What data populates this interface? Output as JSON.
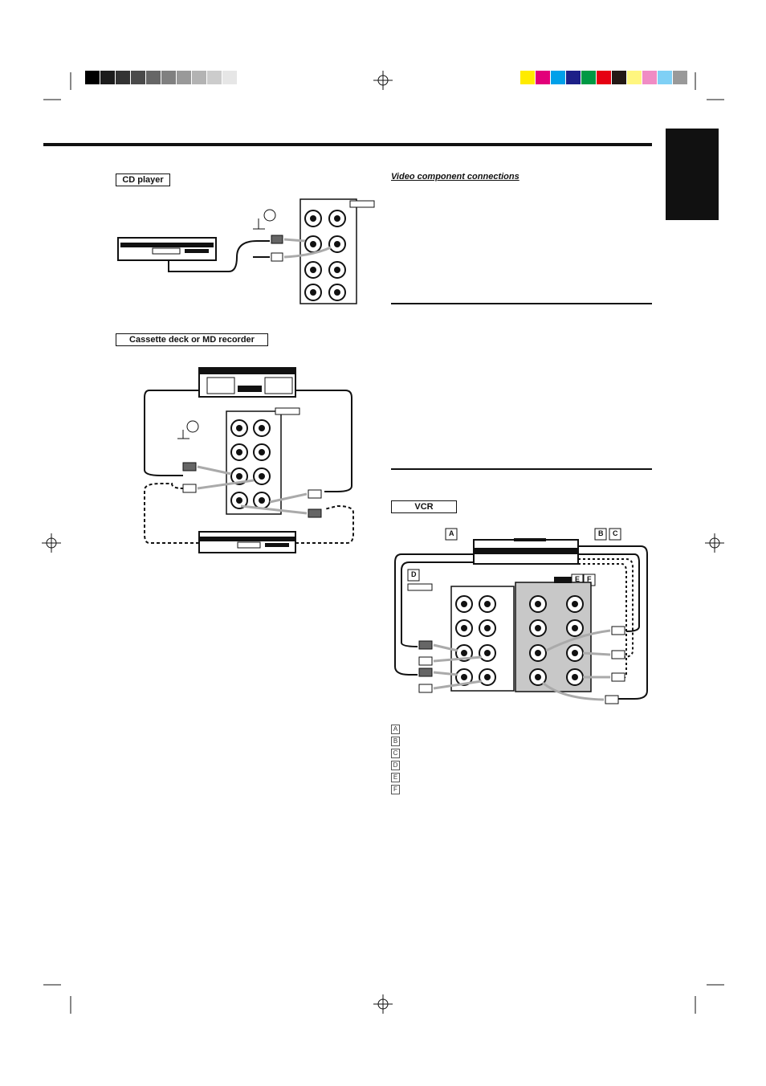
{
  "labels": {
    "cd_player": "CD player",
    "cassette_md": "Cassette deck or MD recorder",
    "video_heading": "Video component connections",
    "vcr": "VCR"
  },
  "legend_letters": [
    "A",
    "B",
    "C",
    "D",
    "E",
    "F"
  ],
  "callout_letters": [
    "A",
    "B",
    "C",
    "D",
    "E",
    "F"
  ],
  "colors": {
    "gray_scale": [
      "#000000",
      "#1c1c1c",
      "#333333",
      "#4a4a4a",
      "#666666",
      "#808080",
      "#999999",
      "#b3b3b3",
      "#cccccc",
      "#e6e6e6",
      "#ffffff"
    ],
    "color_scale": [
      "#ffeb00",
      "#e2007a",
      "#00a0e9",
      "#1d2088",
      "#009944",
      "#e60012",
      "#231815",
      "#fff67f",
      "#f08cc4",
      "#7fd0f5",
      "#999999"
    ]
  }
}
